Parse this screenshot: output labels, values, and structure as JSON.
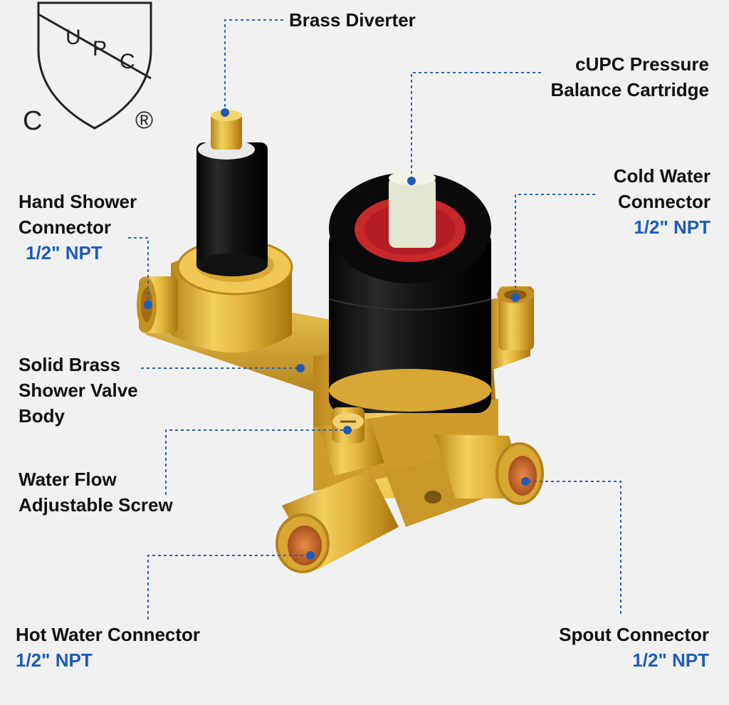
{
  "logo": {
    "letters": [
      "U",
      "P",
      "C"
    ],
    "left_letter": "C",
    "mark": "®"
  },
  "colors": {
    "label": "#111111",
    "spec": "#1e5bb8",
    "leader": "#2f63b0",
    "dot": "#1e5bb8",
    "brass": "#e3b43b",
    "black": "#141414"
  },
  "labels": {
    "brass_diverter": "Brass Diverter",
    "cartridge": {
      "line1": "cUPC Pressure",
      "line2": "Balance Cartridge"
    },
    "cold_water": {
      "line1": "Cold Water",
      "line2": "Connector",
      "spec": "1/2\" NPT"
    },
    "hand_shower": {
      "line1": "Hand Shower",
      "line2": "Connector",
      "spec": "1/2\" NPT"
    },
    "valve_body": {
      "line1": "Solid Brass",
      "line2": "Shower Valve",
      "line3": "Body"
    },
    "flow_screw": {
      "line1": "Water Flow",
      "line2": "Adjustable Screw"
    },
    "hot_water": {
      "line1": "Hot Water Connector",
      "spec": "1/2\" NPT"
    },
    "spout": {
      "line1": "Spout Connector",
      "spec": "1/2\" NPT"
    }
  }
}
